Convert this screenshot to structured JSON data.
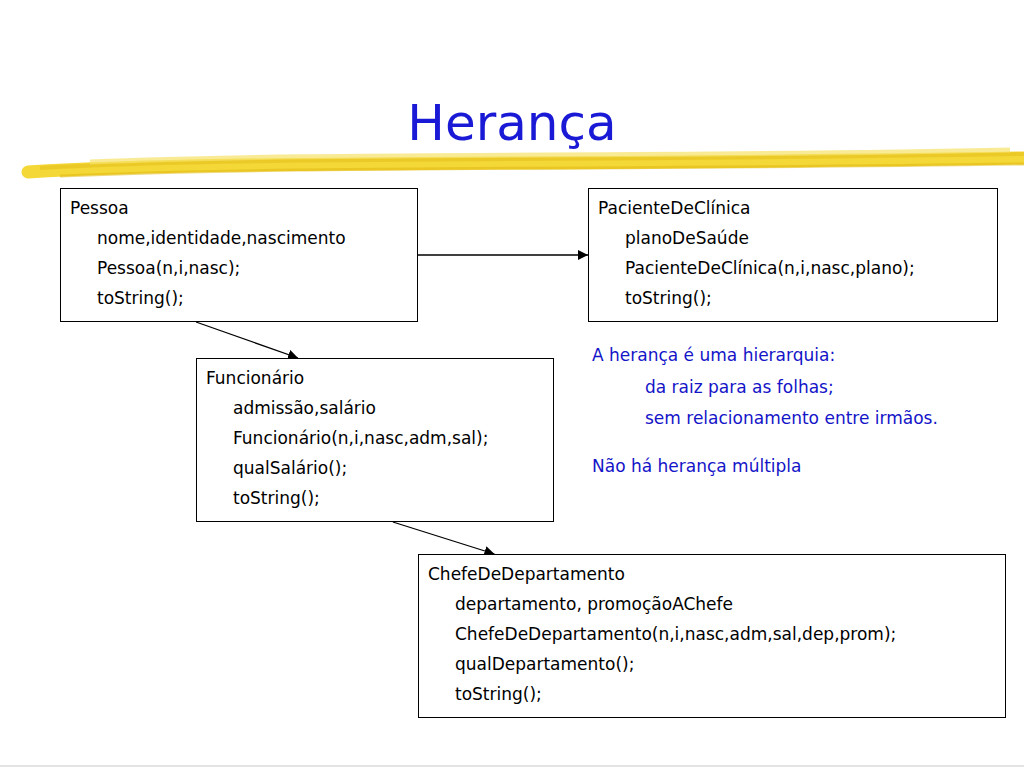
{
  "diagram": {
    "title": "Herança",
    "nodes": [
      {
        "text": [
          "Pessoa",
          "nome,identidade,nascimento",
          "Pessoa(n,i,nasc);",
          "toString();"
        ]
      },
      {
        "text": [
          "PacienteDeClínica",
          "planoDeSaúde",
          "PacienteDeClínica(n,i,nasc,plano);",
          "toString();"
        ]
      },
      {
        "text": [
          "Funcionário",
          "admissão,salário",
          "Funcionário(n,i,nasc,adm,sal);",
          "qualSalário();",
          "toString();"
        ]
      },
      {
        "text": [
          "ChefeDeDepartamento",
          "departamento, promoçãoAChefe",
          "ChefeDeDepartamento(n,i,nasc,adm,sal,dep,prom);",
          "qualDepartamento();",
          "toString();"
        ]
      }
    ],
    "edges": [
      {
        "from": 0,
        "to": 1,
        "arrow": "to"
      },
      {
        "from": 0,
        "to": 2,
        "arrow": "to"
      },
      {
        "from": 2,
        "to": 3,
        "arrow": "to"
      }
    ],
    "labels": [
      "A herança é uma hierarquia:",
      "da raiz para as folhas;",
      "sem relacionamento entre irmãos.",
      "Não há herança múltipla"
    ]
  }
}
